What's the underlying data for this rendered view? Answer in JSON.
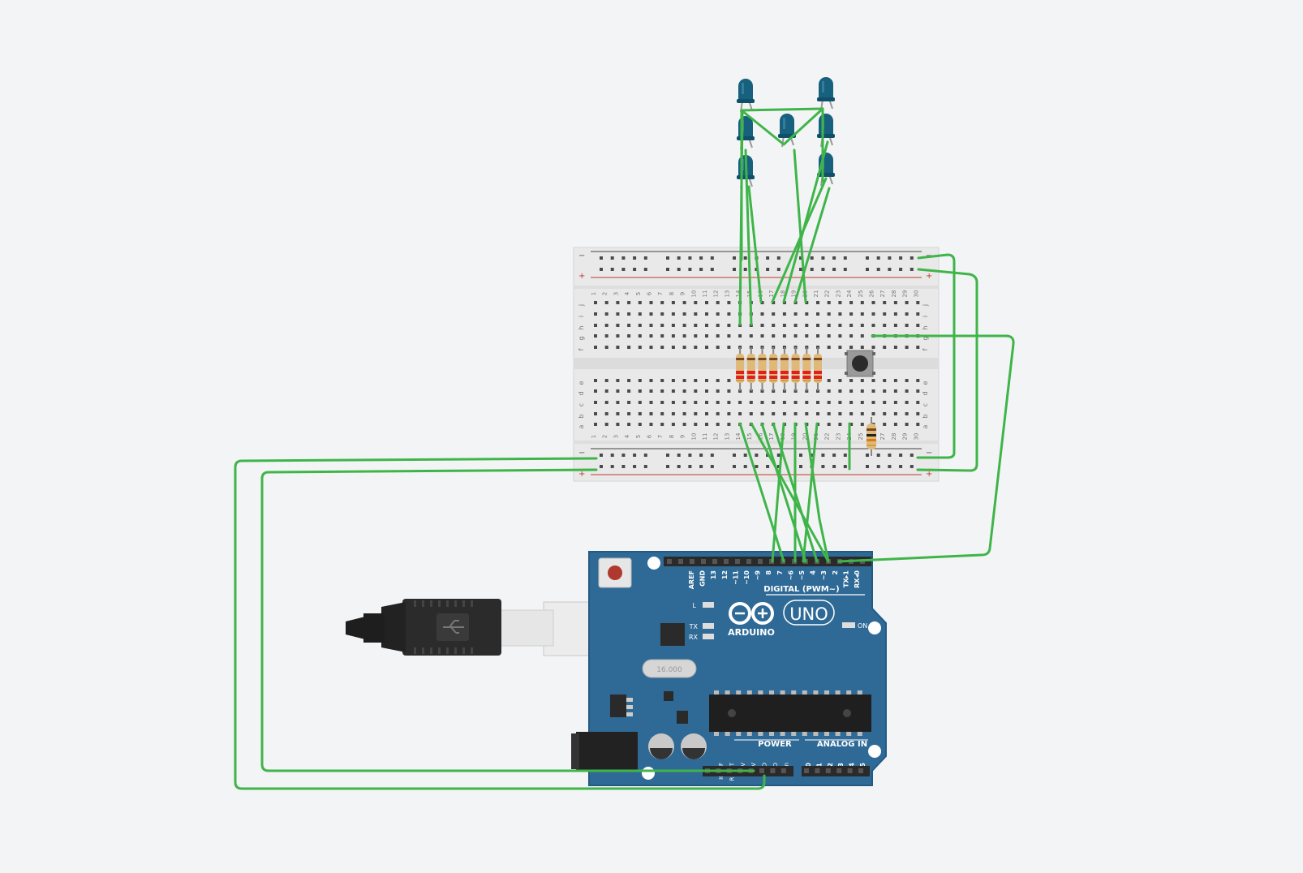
{
  "colors": {
    "background": "#f3f4f6",
    "wire": "#3fb549",
    "board": "#2f6a97",
    "led": "#17607e",
    "breadboard": "#e9e9e9"
  },
  "breadboard": {
    "column_numbers": [
      "1",
      "2",
      "3",
      "4",
      "5",
      "6",
      "7",
      "8",
      "9",
      "10",
      "11",
      "12",
      "13",
      "14",
      "15",
      "16",
      "17",
      "18",
      "19",
      "20",
      "21",
      "22",
      "23",
      "24",
      "25",
      "26",
      "27",
      "28",
      "29",
      "30"
    ],
    "rows_top": [
      "j",
      "i",
      "h",
      "g",
      "f"
    ],
    "rows_bottom": [
      "e",
      "d",
      "c",
      "b",
      "a"
    ],
    "rail_minus": "−",
    "rail_plus": "+"
  },
  "arduino": {
    "brand": "ARDUINO",
    "model": "UNO",
    "digital_header_title": "DIGITAL (PWM~)",
    "digital_pins": [
      "AREF",
      "GND",
      "13",
      "12",
      "~11",
      "~10",
      "~9",
      "8",
      "7",
      "~6",
      "~5",
      "4",
      "~3",
      "2",
      "TX▸1",
      "RX◂0"
    ],
    "led_labels": {
      "l": "L",
      "tx": "TX",
      "rx": "RX",
      "on": "ON"
    },
    "power_title": "POWER",
    "power_pins": [
      "IOREF",
      "RESET",
      "3.3V",
      "5V",
      "GND",
      "GND",
      "Vin"
    ],
    "analog_title": "ANALOG IN",
    "analog_pins": [
      "A0",
      "A1",
      "A2",
      "A3",
      "A4",
      "A5"
    ],
    "crystal_label": "16.000"
  },
  "usb_cable": {
    "icon": "usb-icon"
  }
}
